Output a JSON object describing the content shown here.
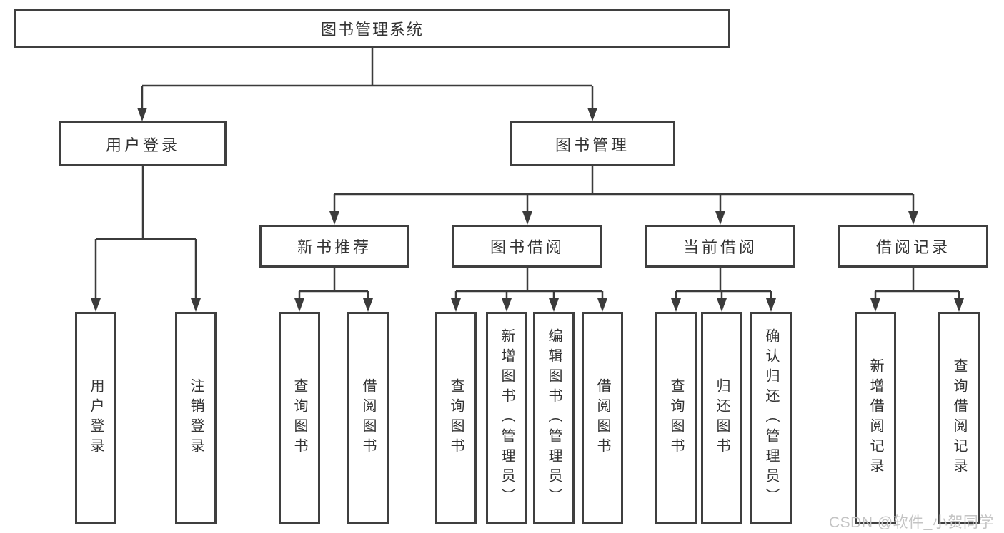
{
  "diagram": {
    "title": "图书管理系统",
    "branches": [
      {
        "label": "用户登录",
        "leaves": [
          {
            "label": "用户登录"
          },
          {
            "label": "注销登录"
          }
        ]
      },
      {
        "label": "图书管理",
        "groups": [
          {
            "label": "新书推荐",
            "leaves": [
              {
                "label": "查询图书"
              },
              {
                "label": "借阅图书"
              }
            ]
          },
          {
            "label": "图书借阅",
            "leaves": [
              {
                "label": "查询图书"
              },
              {
                "label": "新增图书（管理员）"
              },
              {
                "label": "编辑图书（管理员）"
              },
              {
                "label": "借阅图书"
              }
            ]
          },
          {
            "label": "当前借阅",
            "leaves": [
              {
                "label": "查询图书"
              },
              {
                "label": "归还图书"
              },
              {
                "label": "确认归还（管理员）"
              }
            ]
          },
          {
            "label": "借阅记录",
            "leaves": [
              {
                "label": "新增借阅记录"
              },
              {
                "label": "查询借阅记录"
              }
            ]
          }
        ]
      }
    ]
  },
  "watermark": {
    "text": "CSDN @软件_小贺同学",
    "color": "#c4c4c4"
  },
  "colors": {
    "line": "#3b3b3b",
    "border": "#3f3f3f",
    "text": "#333333",
    "background": "#ffffff"
  }
}
